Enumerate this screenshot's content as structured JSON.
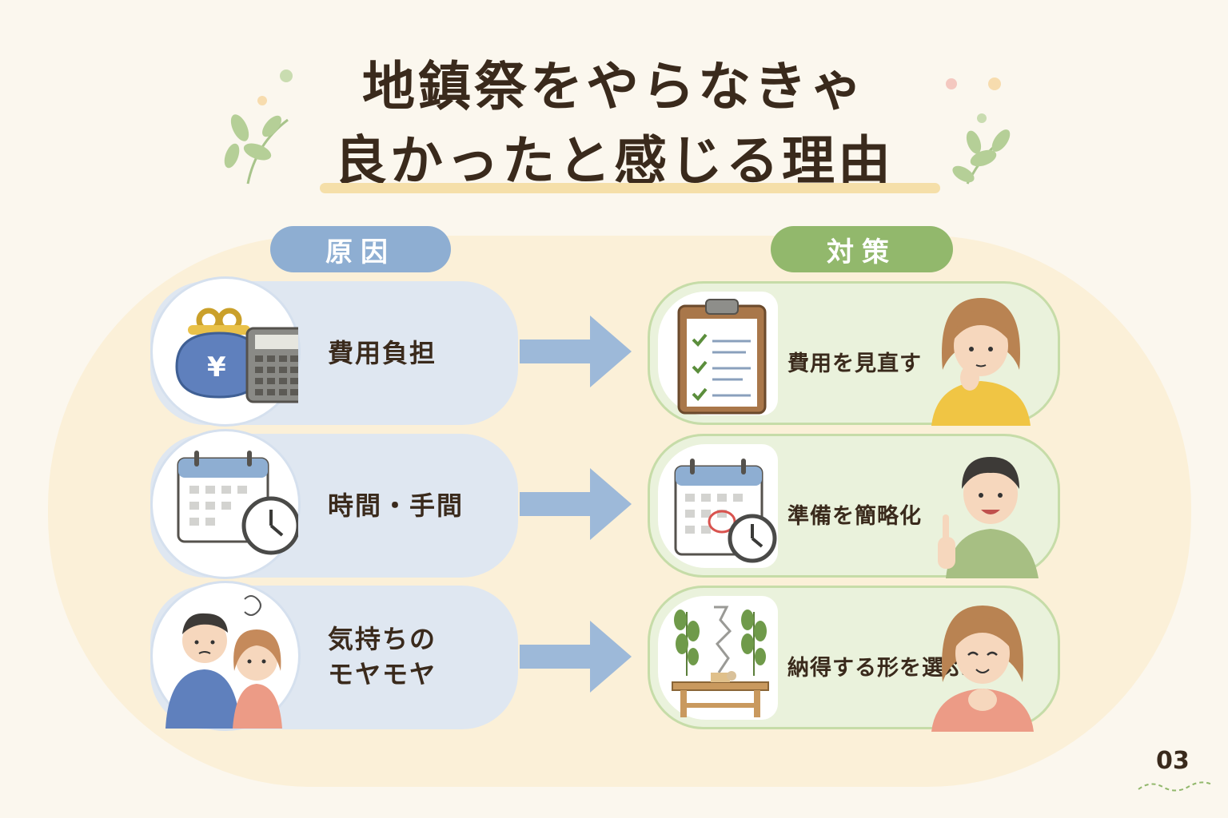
{
  "title": {
    "line1": "地鎮祭をやらなきゃ",
    "line2": "良かったと感じる理由"
  },
  "headers": {
    "cause": "原因",
    "measure": "対策"
  },
  "causes": [
    {
      "label": "費用負担",
      "icon": "wallet-calculator-icon"
    },
    {
      "label": "時間・手間",
      "icon": "calendar-clock-icon"
    },
    {
      "label": "気持ちの\nモヤモヤ",
      "icon": "worried-couple-icon"
    }
  ],
  "measures": [
    {
      "label": "費用を見直す",
      "icon": "checklist-clipboard-icon",
      "person": "thinking-woman-icon"
    },
    {
      "label": "準備を簡略化",
      "icon": "calendar-clock-icon",
      "person": "pointing-man-icon"
    },
    {
      "label": "納得する形を選ぶ",
      "icon": "shrine-altar-icon",
      "person": "smiling-woman-icon"
    }
  ],
  "page_number": "03",
  "colors": {
    "background": "#fbf7ee",
    "cause_accent": "#8eaed2",
    "measure_accent": "#92b86c",
    "arrow": "#9db9d9",
    "text": "#3a2a1c"
  }
}
